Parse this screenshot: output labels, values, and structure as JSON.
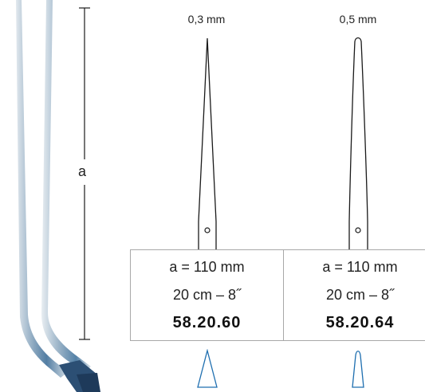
{
  "dimension": {
    "label": "a"
  },
  "instruments": [
    {
      "tip_width": "0,3 mm",
      "length": "a = 110 mm",
      "size": "20 cm – 8˝",
      "code": "58.20.60",
      "tip_shape": "pointed"
    },
    {
      "tip_width": "0,5 mm",
      "length": "a = 110 mm",
      "size": "20 cm – 8˝",
      "code": "58.20.64",
      "tip_shape": "rounded"
    }
  ],
  "colors": {
    "tip_outline": "#1f6fb0",
    "line": "#1a1a1a",
    "table_border": "#a8a8a8",
    "steel": "#4f7fa8"
  }
}
